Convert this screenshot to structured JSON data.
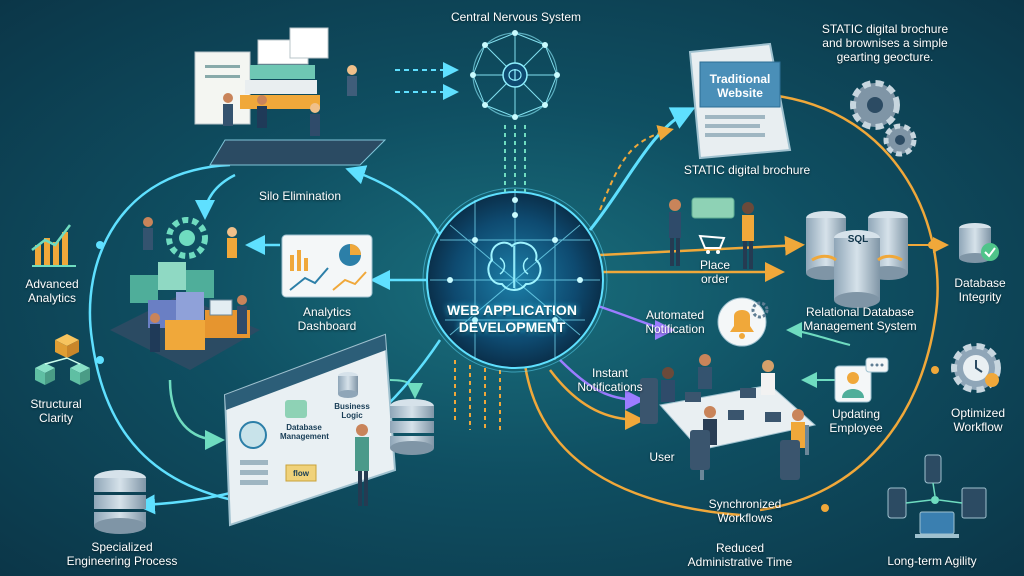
{
  "center": {
    "title_line1": "WEB APPLICATION",
    "title_line2": "DEVELOPMENT"
  },
  "nodes": {
    "central_nervous_system": "Central Nervous System",
    "silo_elimination": "Silo Elimination",
    "analytics_dashboard_l1": "Analytics",
    "analytics_dashboard_l2": "Dashboard",
    "advanced_analytics_l1": "Advanced",
    "advanced_analytics_l2": "Analytics",
    "structural_clarity_l1": "Structural",
    "structural_clarity_l2": "Clarity",
    "specialized_l1": "Specialized",
    "specialized_l2": "Engineering Process",
    "static_caption_l1": "STATIC digital brochure",
    "static_caption_l2": "and brownises a simple",
    "static_caption_l3": "gearting geocture.",
    "traditional_website_l1": "Traditional",
    "traditional_website_l2": "Website",
    "static_brochure": "STATIC digital brochure",
    "place_order_l1": "Place",
    "place_order_l2": "order",
    "relational_l1": "Relational Database",
    "relational_l2": "Management System",
    "sql": "SQL",
    "database_integrity_l1": "Database",
    "database_integrity_l2": "Integrity",
    "automated_l1": "Automated",
    "automated_l2": "Notification",
    "instant_l1": "Instant",
    "instant_l2": "Notifications",
    "updating_l1": "Updating",
    "updating_l2": "Employee",
    "optimized_l1": "Optimized",
    "optimized_l2": "Workflow",
    "user": "User",
    "synchronized_l1": "Synchronized",
    "synchronized_l2": "Workflows",
    "reduced_l1": "Reduced",
    "reduced_l2": "Administrative Time",
    "long_term": "Long-term Agility",
    "screen_db_l1": "Database",
    "screen_db_l2": "Management",
    "screen_bl_l1": "Business",
    "screen_bl_l2": "Logic",
    "screen_flow": "flow"
  },
  "colors": {
    "background": "#0f4f62",
    "cyan_line": "#5fe0ff",
    "orange_line": "#f0a83a",
    "green_line": "#6fdcc0",
    "purple_line": "#9b7cff",
    "brain_glow": "#39d6ff"
  }
}
